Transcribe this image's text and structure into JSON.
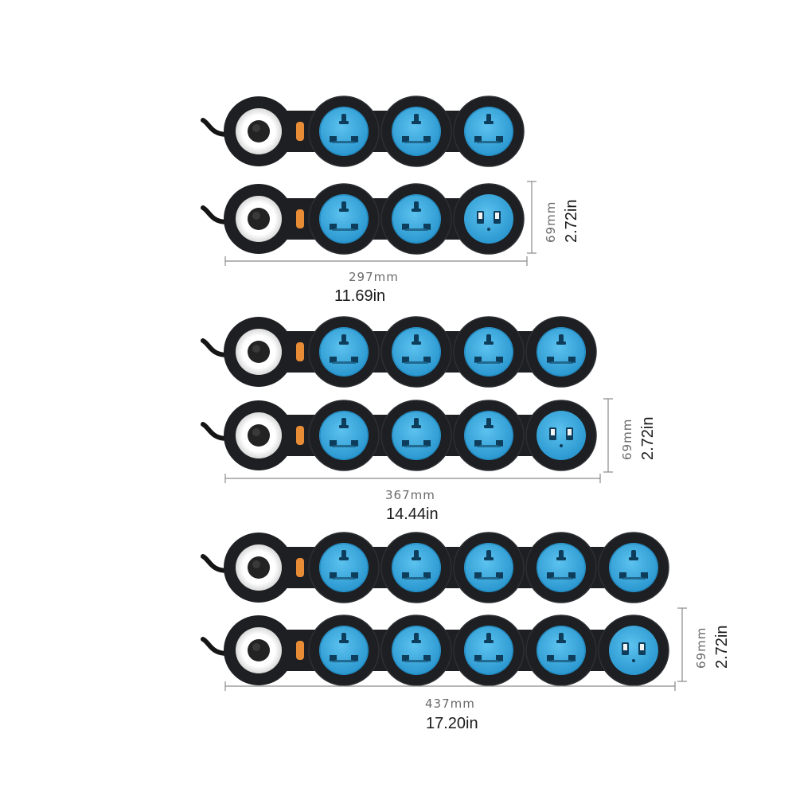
{
  "colors": {
    "housing": "#1d1f22",
    "housing_rim": "#2c2f33",
    "socket_blue": "#37a7dd",
    "socket_blue_dark": "#1f86bd",
    "switch_ring": "#ffffff",
    "indicator": "#e98c36",
    "dimension_line": "#8a8a8a"
  },
  "groups": [
    {
      "socket_count": 3,
      "variants": [
        "socket",
        "usb"
      ],
      "length": {
        "mm": "297mm",
        "in": "11.69in"
      },
      "height": {
        "mm": "69mm",
        "in": "2.72in"
      }
    },
    {
      "socket_count": 4,
      "variants": [
        "socket",
        "usb"
      ],
      "length": {
        "mm": "367mm",
        "in": "14.44in"
      },
      "height": {
        "mm": "69mm",
        "in": "2.72in"
      }
    },
    {
      "socket_count": 5,
      "variants": [
        "socket",
        "usb"
      ],
      "length": {
        "mm": "437mm",
        "in": "17.20in"
      },
      "height": {
        "mm": "69mm",
        "in": "2.72in"
      }
    }
  ],
  "icons": {
    "power_switch": "power-switch-icon",
    "indicator_light": "indicator-light-icon",
    "universal_socket": "universal-socket-icon",
    "usb_module": "usb-port-icon",
    "power_cord": "power-cord-icon"
  }
}
